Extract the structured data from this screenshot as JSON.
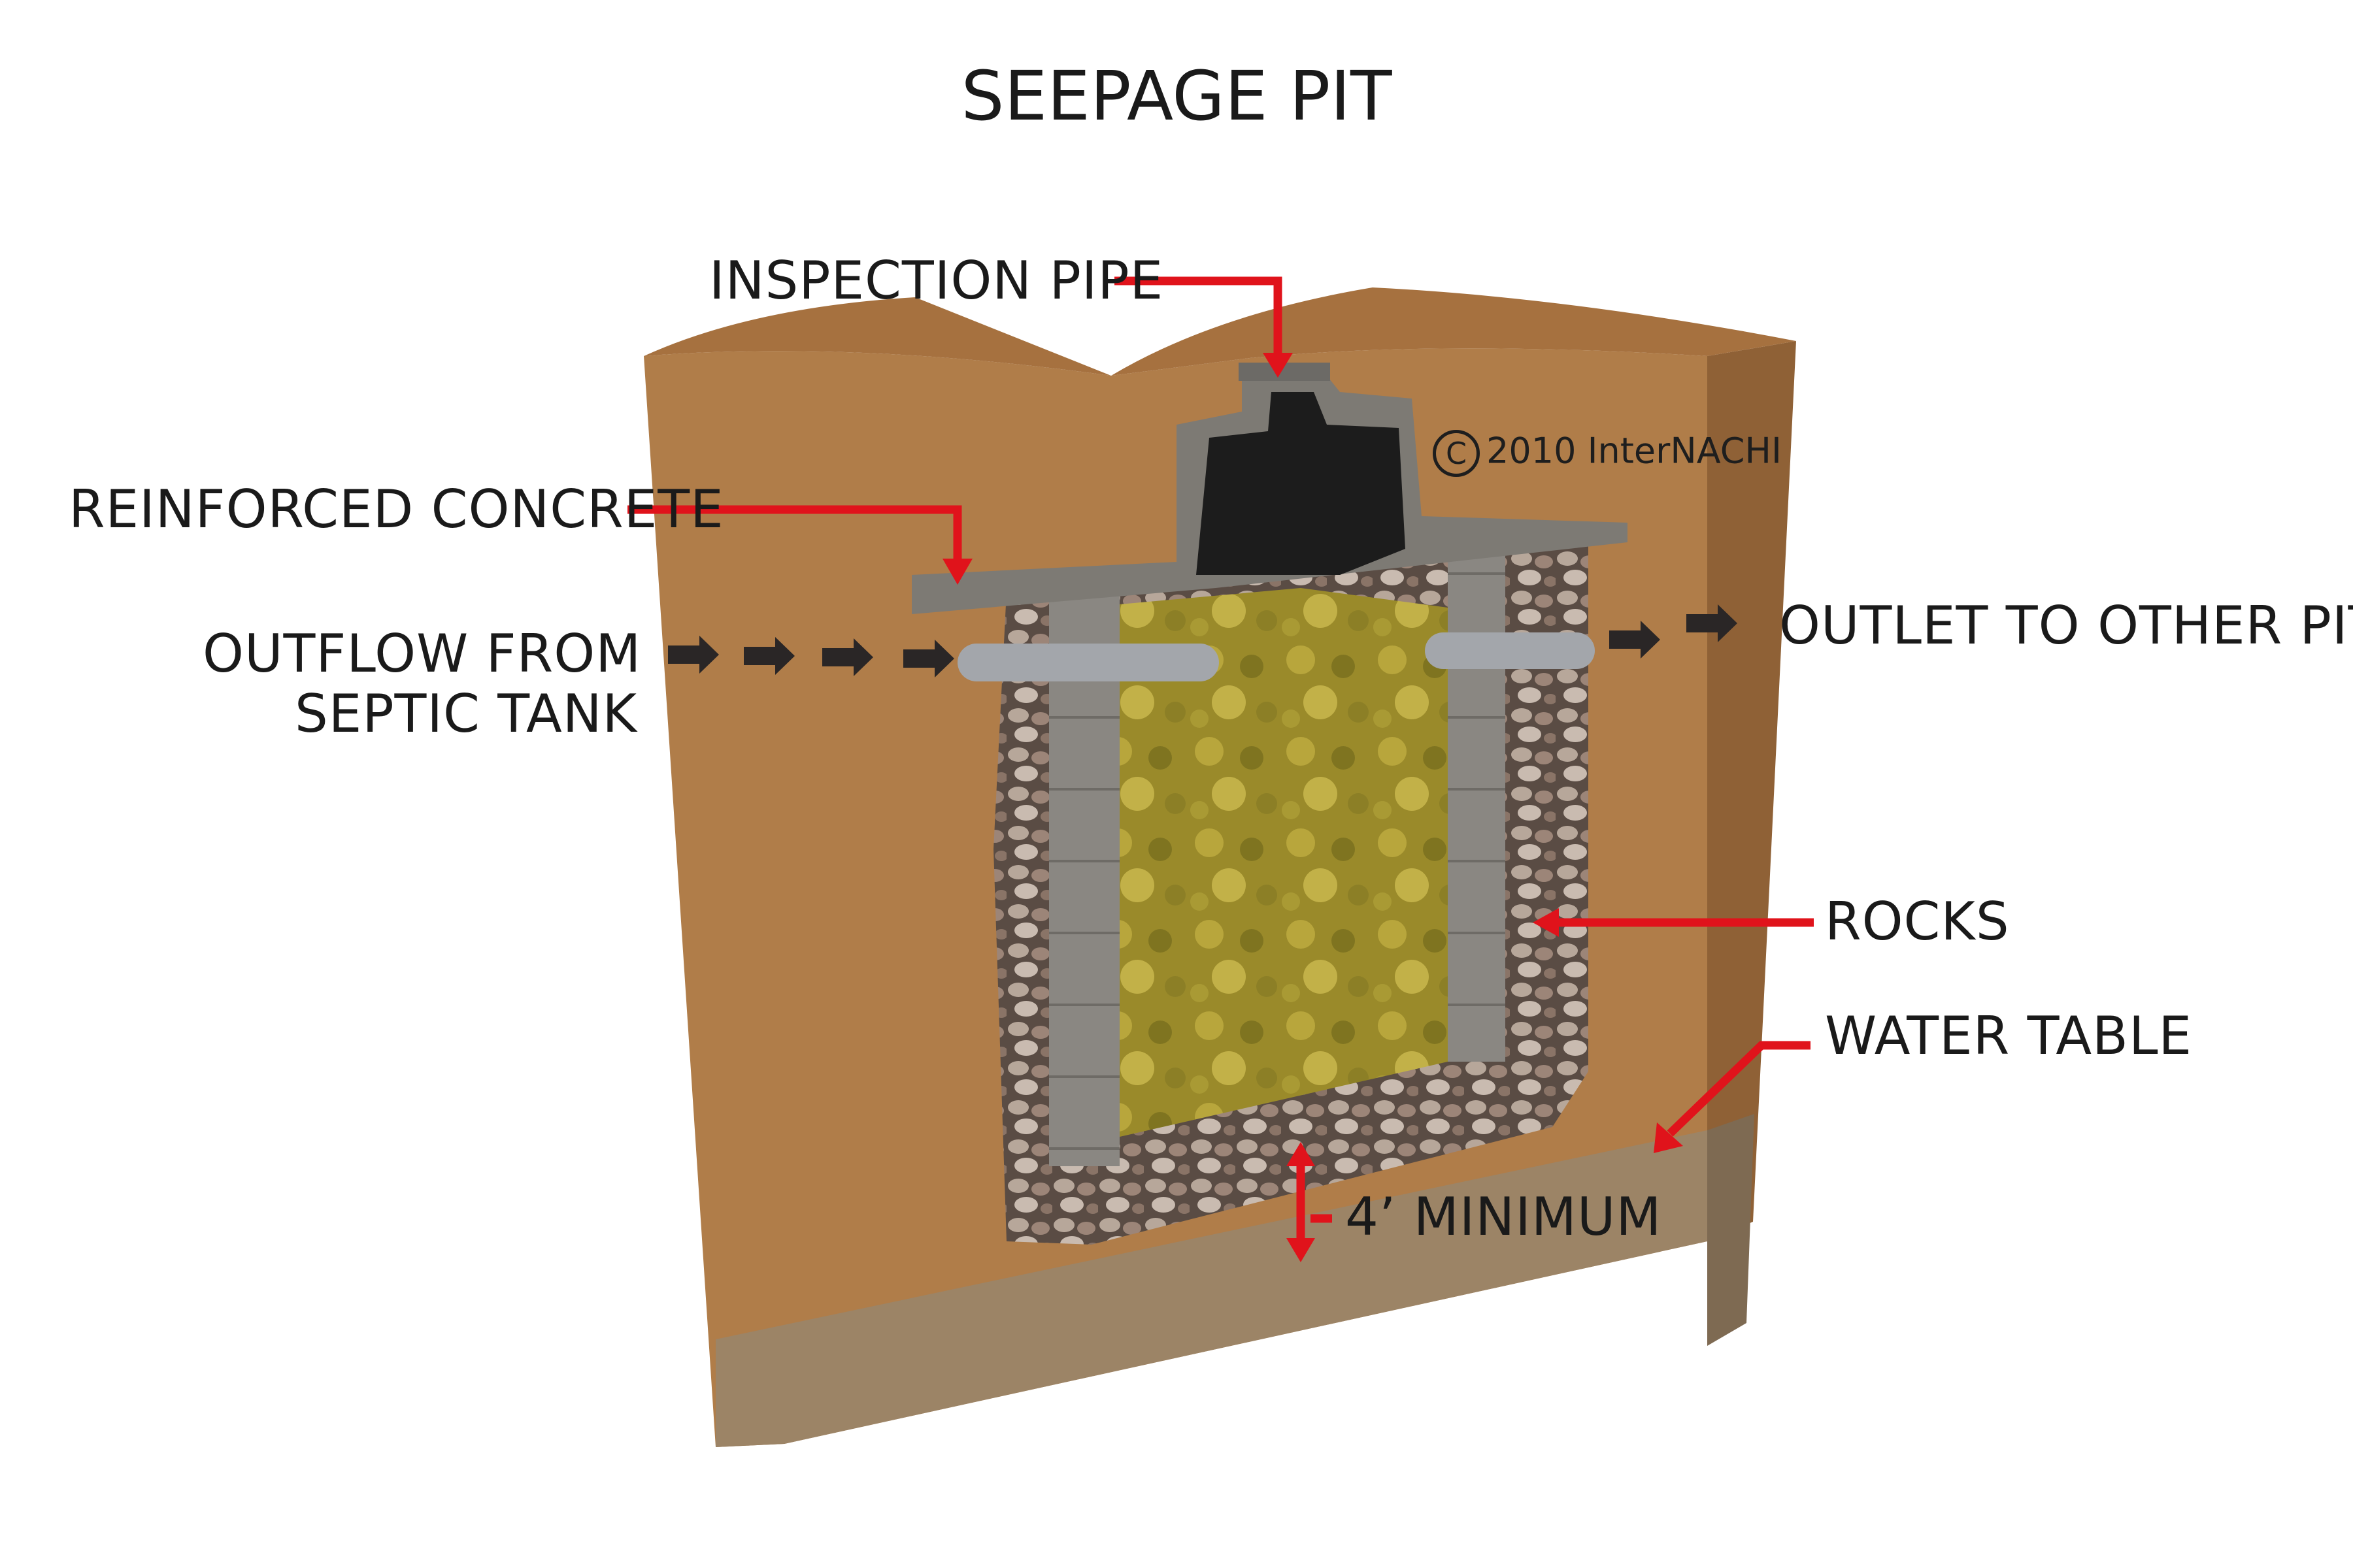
{
  "title": "SEEPAGE PIT",
  "copyright": {
    "symbol": "C",
    "text": "2010  InterNACHI"
  },
  "labels": {
    "inspection_pipe": "INSPECTION PIPE",
    "reinforced_concrete": "REINFORCED CONCRETE",
    "outflow_line1": "OUTFLOW FROM",
    "outflow_line2": "SEPTIC TANK",
    "outlet": "OUTLET TO OTHER PITS",
    "rocks": "ROCKS",
    "water_table": "WATER TABLE",
    "minimum": "4’ MINIMUM"
  },
  "colors": {
    "soil": "#b07d49",
    "soil_dark": "#8f6136",
    "water_table": "#9c8466",
    "concrete": "#7d7a74",
    "cavity": "#1c1c1c",
    "rock_fill": "#6f6258",
    "gravel": "#a48f2e",
    "leader": "#e0131b",
    "arrow": "#2a2626"
  }
}
